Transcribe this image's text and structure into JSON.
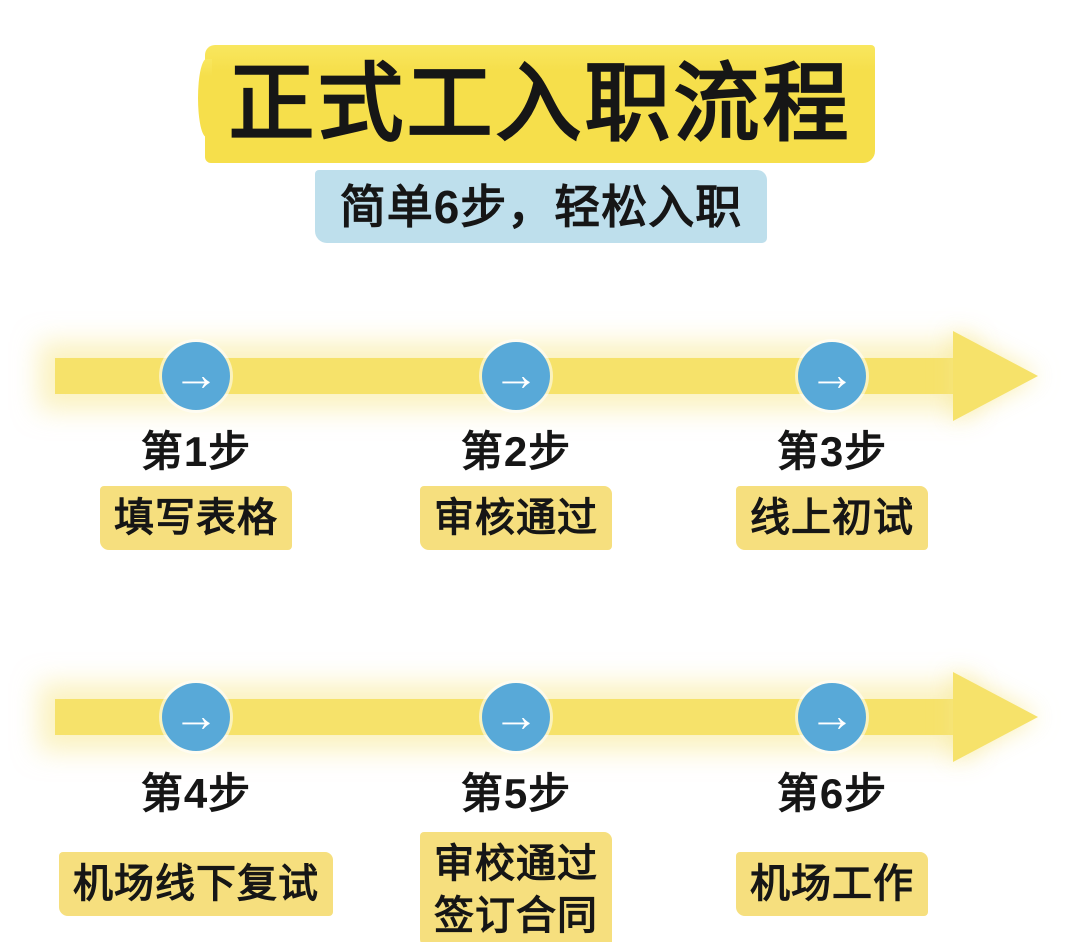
{
  "header": {
    "title": "正式工入职流程",
    "subtitle": "简单6步，轻松入职"
  },
  "icons": {
    "arrow": "→"
  },
  "rows": [
    {
      "steps": [
        {
          "num": "第1步",
          "label": "填写表格"
        },
        {
          "num": "第2步",
          "label": "审核通过"
        },
        {
          "num": "第3步",
          "label": "线上初试"
        }
      ]
    },
    {
      "steps": [
        {
          "num": "第4步",
          "label": "机场线下复试"
        },
        {
          "num": "第5步",
          "label": "审校通过\n签订合同"
        },
        {
          "num": "第6步",
          "label": "机场工作"
        }
      ]
    }
  ],
  "colors": {
    "title_highlight": "#f6df4b",
    "subtitle_highlight": "#bedfec",
    "arrow_band": "#f6e26a",
    "step_circle": "#58a9d8",
    "label_highlight": "#f6df7e",
    "text": "#161616"
  }
}
